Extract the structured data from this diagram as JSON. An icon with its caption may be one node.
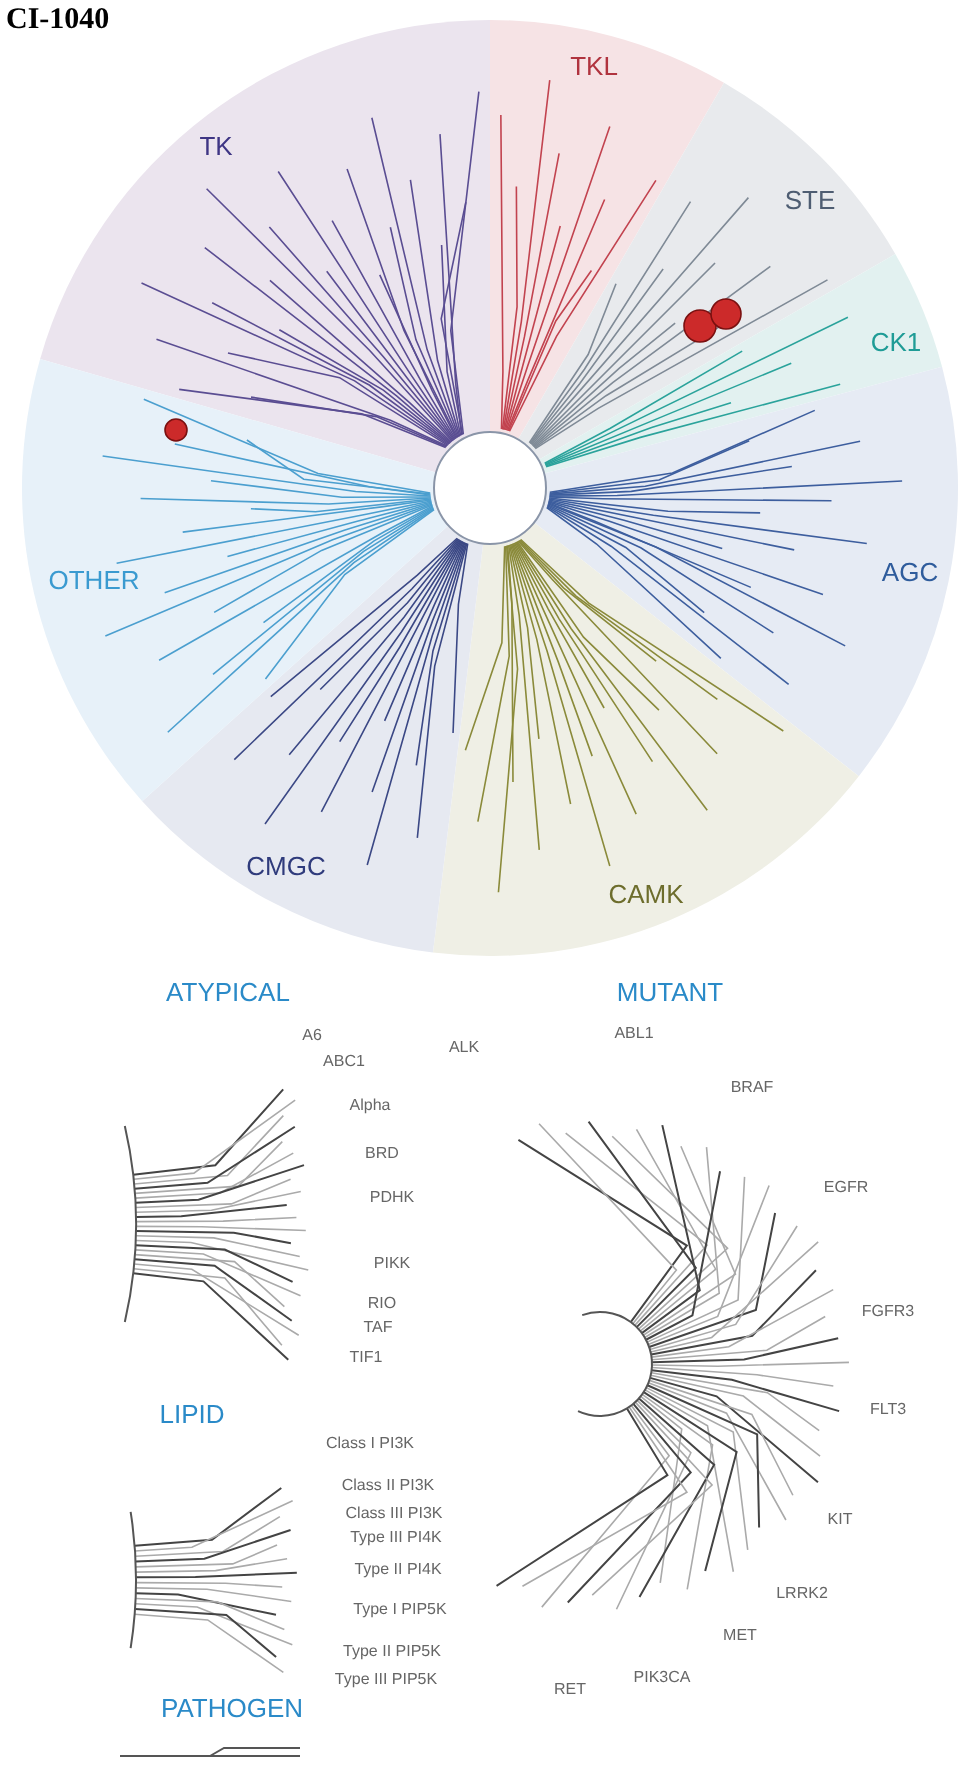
{
  "diagram": {
    "title": "CI-1040",
    "labels": [
      "TKL",
      "TK",
      "STE",
      "CK1",
      "OTHER",
      "AGC",
      "CMGC",
      "CAMK",
      "ATYPICAL",
      "MUTANT",
      "A6",
      "ABL1",
      "ABC1",
      "ALK",
      "BRAF",
      "Alpha",
      "BRD",
      "EGFR",
      "PDHK",
      "PIKK",
      "FGFR3",
      "RIO",
      "TAF",
      "TIF1",
      "FLT3",
      "LIPID",
      "Class I PI3K",
      "Class II PI3K",
      "Class III PI3K",
      "Type III PI4K",
      "Type II PI4K",
      "KIT",
      "Type I PIP5K",
      "LRRK2",
      "Type II PIP5K",
      "MET",
      "PIK3CA",
      "Type III PIP5K",
      "RET",
      "PATHOGEN"
    ]
  }
}
